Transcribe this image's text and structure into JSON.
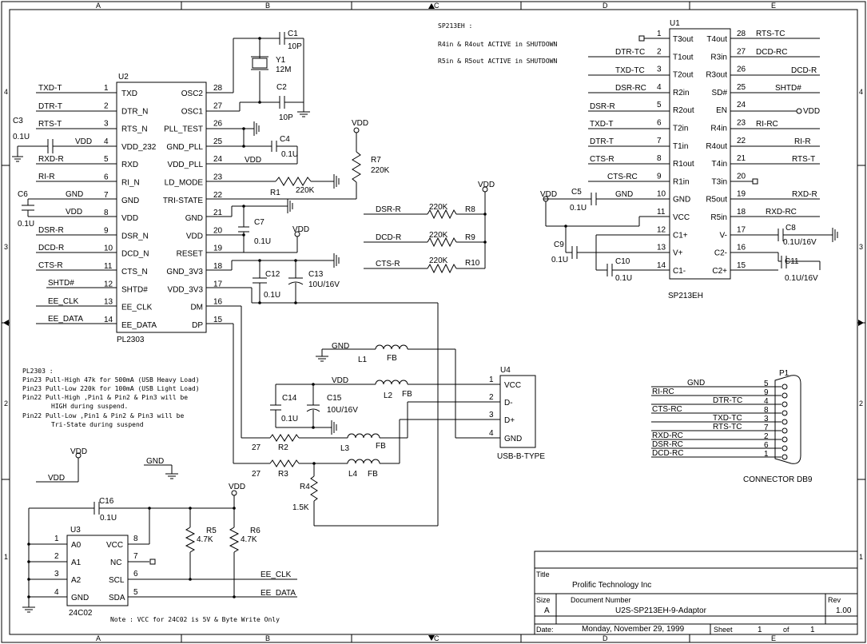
{
  "frame": {
    "columns": [
      "A",
      "B",
      "C",
      "D",
      "E"
    ],
    "rows": [
      "4",
      "3",
      "2",
      "1"
    ]
  },
  "notes": {
    "sp213_header": "SP213EH :",
    "sp213_line1": "R4in & R4out ACTIVE in SHUTDOWN",
    "sp213_line2": "R5in & R5out ACTIVE in SHUTDOWN",
    "pl2303_header": "PL2303 :",
    "pl2303_lines": [
      "Pin23 Pull-High 47k for 500mA (USB Heavy Load)",
      "Pin23 Pull-Low 220k for 100mA (USB Light Load)",
      "Pin22 Pull-High ,Pin1 & Pin2 & Pin3 will be",
      "HIGH during suspend.",
      "Pin22 Pull-Low ,Pin1 & Pin2 & Pin3 will be",
      "Tri-State during suspend"
    ],
    "eeprom_note": "Note : VCC for 24C02 is 5V & Byte Write Only"
  },
  "u2": {
    "ref": "U2",
    "part": "PL2303",
    "left_pins": [
      {
        "num": "1",
        "name": "TXD",
        "net": "TXD-T"
      },
      {
        "num": "2",
        "name": "DTR_N",
        "net": "DTR-T"
      },
      {
        "num": "3",
        "name": "RTS_N",
        "net": "RTS-T"
      },
      {
        "num": "4",
        "name": "VDD_232",
        "net": "VDD"
      },
      {
        "num": "5",
        "name": "RXD",
        "net": "RXD-R"
      },
      {
        "num": "6",
        "name": "RI_N",
        "net": "RI-R"
      },
      {
        "num": "7",
        "name": "GND",
        "net": "GND"
      },
      {
        "num": "8",
        "name": "VDD",
        "net": "VDD"
      },
      {
        "num": "9",
        "name": "DSR_N",
        "net": "DSR-R"
      },
      {
        "num": "10",
        "name": "DCD_N",
        "net": "DCD-R"
      },
      {
        "num": "11",
        "name": "CTS_N",
        "net": "CTS-R"
      },
      {
        "num": "12",
        "name": "SHTD#",
        "net": "SHTD#"
      },
      {
        "num": "13",
        "name": "EE_CLK",
        "net": "EE_CLK"
      },
      {
        "num": "14",
        "name": "EE_DATA",
        "net": "EE_DATA"
      }
    ],
    "right_pins": [
      {
        "num": "28",
        "name": "OSC2"
      },
      {
        "num": "27",
        "name": "OSC1"
      },
      {
        "num": "26",
        "name": "PLL_TEST"
      },
      {
        "num": "25",
        "name": "GND_PLL"
      },
      {
        "num": "24",
        "name": "VDD_PLL"
      },
      {
        "num": "23",
        "name": "LD_MODE"
      },
      {
        "num": "22",
        "name": "TRI-STATE"
      },
      {
        "num": "21",
        "name": "GND"
      },
      {
        "num": "20",
        "name": "VDD"
      },
      {
        "num": "19",
        "name": "RESET"
      },
      {
        "num": "18",
        "name": "GND_3V3"
      },
      {
        "num": "17",
        "name": "VDD_3V3"
      },
      {
        "num": "16",
        "name": "DM"
      },
      {
        "num": "15",
        "name": "DP"
      }
    ]
  },
  "u1": {
    "ref": "U1",
    "part": "SP213EH",
    "left_pins": [
      {
        "num": "1",
        "name": "T3out",
        "net": ""
      },
      {
        "num": "2",
        "name": "T1out",
        "net": "DTR-TC"
      },
      {
        "num": "3",
        "name": "T2out",
        "net": "TXD-TC"
      },
      {
        "num": "4",
        "name": "R2in",
        "net": "DSR-RC"
      },
      {
        "num": "5",
        "name": "R2out",
        "net": "DSR-R"
      },
      {
        "num": "6",
        "name": "T2in",
        "net": "TXD-T"
      },
      {
        "num": "7",
        "name": "T1in",
        "net": "DTR-T"
      },
      {
        "num": "8",
        "name": "R1out",
        "net": "CTS-R"
      },
      {
        "num": "9",
        "name": "R1in",
        "net": "CTS-RC"
      },
      {
        "num": "10",
        "name": "GND",
        "net": "GND"
      },
      {
        "num": "11",
        "name": "VCC",
        "net": ""
      },
      {
        "num": "12",
        "name": "C1+",
        "net": ""
      },
      {
        "num": "13",
        "name": "V+",
        "net": ""
      },
      {
        "num": "14",
        "name": "C1-",
        "net": ""
      }
    ],
    "right_pins": [
      {
        "num": "28",
        "name": "T4out",
        "net": "RTS-TC"
      },
      {
        "num": "27",
        "name": "R3in",
        "net": "DCD-RC"
      },
      {
        "num": "26",
        "name": "R3out",
        "net": "DCD-R"
      },
      {
        "num": "25",
        "name": "SD#",
        "net": "SHTD#"
      },
      {
        "num": "24",
        "name": "EN",
        "net": "VDD"
      },
      {
        "num": "23",
        "name": "R4in",
        "net": "RI-RC"
      },
      {
        "num": "22",
        "name": "R4out",
        "net": "RI-R"
      },
      {
        "num": "21",
        "name": "T4in",
        "net": "RTS-T"
      },
      {
        "num": "20",
        "name": "T3in",
        "net": ""
      },
      {
        "num": "19",
        "name": "R5out",
        "net": "RXD-R"
      },
      {
        "num": "18",
        "name": "R5in",
        "net": "RXD-RC"
      },
      {
        "num": "17",
        "name": "V-",
        "net": ""
      },
      {
        "num": "16",
        "name": "C2-",
        "net": ""
      },
      {
        "num": "15",
        "name": "C2+",
        "net": ""
      }
    ]
  },
  "u3": {
    "ref": "U3",
    "part": "24C02",
    "left_pins": [
      {
        "num": "1",
        "name": "A0"
      },
      {
        "num": "2",
        "name": "A1"
      },
      {
        "num": "3",
        "name": "A2"
      },
      {
        "num": "4",
        "name": "GND"
      }
    ],
    "right_pins": [
      {
        "num": "8",
        "name": "VCC"
      },
      {
        "num": "7",
        "name": "NC"
      },
      {
        "num": "6",
        "name": "SCL",
        "net": "EE_CLK"
      },
      {
        "num": "5",
        "name": "SDA",
        "net": "EE_DATA"
      }
    ]
  },
  "u4": {
    "ref": "U4",
    "part": "USB-B-TYPE",
    "pins": [
      {
        "num": "1",
        "name": "VCC"
      },
      {
        "num": "2",
        "name": "D-"
      },
      {
        "num": "3",
        "name": "D+"
      },
      {
        "num": "4",
        "name": "GND"
      }
    ]
  },
  "p1": {
    "ref": "P1",
    "part": "CONNECTOR DB9",
    "pins": [
      {
        "num": "5",
        "net": "GND"
      },
      {
        "num": "9",
        "net": "RI-RC"
      },
      {
        "num": "4",
        "net": "DTR-TC"
      },
      {
        "num": "8",
        "net": "CTS-RC"
      },
      {
        "num": "3",
        "net": "TXD-TC"
      },
      {
        "num": "7",
        "net": "RTS-TC"
      },
      {
        "num": "2",
        "net": "RXD-RC"
      },
      {
        "num": "6",
        "net": "DSR-RC"
      },
      {
        "num": "1",
        "net": "DCD-RC"
      }
    ]
  },
  "components": {
    "c1": {
      "ref": "C1",
      "value": "10P"
    },
    "c2": {
      "ref": "C2",
      "value": "10P"
    },
    "y1": {
      "ref": "Y1",
      "value": "12M"
    },
    "c3": {
      "ref": "C3",
      "value": "0.1U"
    },
    "c4": {
      "ref": "C4",
      "value": "0.1U"
    },
    "c5": {
      "ref": "C5",
      "value": "0.1U"
    },
    "c6": {
      "ref": "C6",
      "value": "0.1U"
    },
    "c7": {
      "ref": "C7",
      "value": "0.1U"
    },
    "c8": {
      "ref": "C8",
      "value": "0.1U/16V"
    },
    "c9": {
      "ref": "C9",
      "value": "0.1U"
    },
    "c10": {
      "ref": "C10",
      "value": "0.1U"
    },
    "c11": {
      "ref": "C11",
      "value": "0.1U/16V"
    },
    "c12": {
      "ref": "C12",
      "value": "0.1U"
    },
    "c13": {
      "ref": "C13",
      "value": "10U/16V"
    },
    "c14": {
      "ref": "C14",
      "value": "0.1U"
    },
    "c15": {
      "ref": "C15",
      "value": "10U/16V"
    },
    "c16": {
      "ref": "C16",
      "value": "0.1U"
    },
    "r1": {
      "ref": "R1",
      "value": "220K"
    },
    "r2": {
      "ref": "R2",
      "value": "27"
    },
    "r3": {
      "ref": "R3",
      "value": "27"
    },
    "r4": {
      "ref": "R4",
      "value": "1.5K"
    },
    "r5": {
      "ref": "R5",
      "value": "4.7K"
    },
    "r6": {
      "ref": "R6",
      "value": "4.7K"
    },
    "r7": {
      "ref": "R7",
      "value": "220K"
    },
    "r8": {
      "ref": "R8",
      "value": "220K"
    },
    "r9": {
      "ref": "R9",
      "value": "220K"
    },
    "r10": {
      "ref": "R10",
      "value": "220K"
    },
    "l1": {
      "ref": "L1",
      "value": "FB"
    },
    "l2": {
      "ref": "L2",
      "value": "FB"
    },
    "l3": {
      "ref": "L3",
      "value": "FB"
    },
    "l4": {
      "ref": "L4",
      "value": "FB"
    }
  },
  "nets": {
    "vdd": "VDD",
    "gnd": "GND",
    "dsr_r": "DSR-R",
    "dcd_r": "DCD-R",
    "cts_r": "CTS-R",
    "ee_clk": "EE_CLK",
    "ee_data": "EE_DATA"
  },
  "title_block": {
    "title_label": "Title",
    "title": "Prolific Technology Inc",
    "size_label": "Size",
    "size": "A",
    "docnum_label": "Document Number",
    "docnum": "U2S-SP213EH-9-Adaptor",
    "rev_label": "Rev",
    "rev": "1.00",
    "date_label": "Date:",
    "date": "Monday, November 29, 1999",
    "sheet_label": "Sheet",
    "sheet": "1",
    "of_label": "of",
    "sheet_total": "1"
  }
}
